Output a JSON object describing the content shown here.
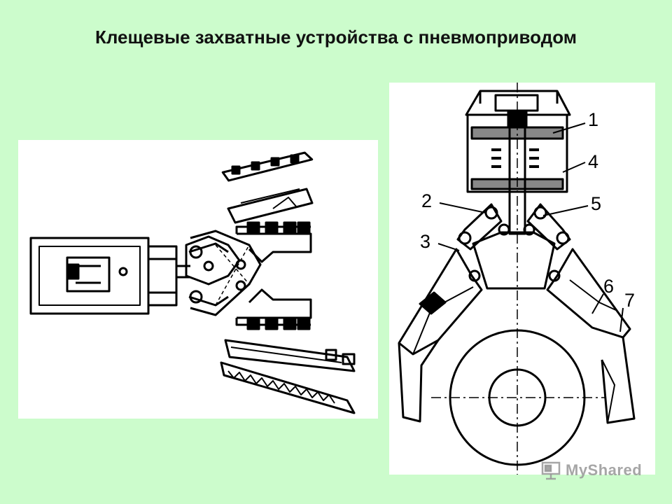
{
  "slide": {
    "title": "Клещевые захватные устройства с пневмоприводом"
  },
  "right_diagram": {
    "callouts": [
      "1",
      "4",
      "2",
      "5",
      "3",
      "6",
      "7"
    ]
  },
  "watermark": {
    "text": "MyShared",
    "icon": "projector-icon"
  },
  "colors": {
    "background": "#ccfccc",
    "panel": "#ffffff",
    "ink": "#000000"
  }
}
